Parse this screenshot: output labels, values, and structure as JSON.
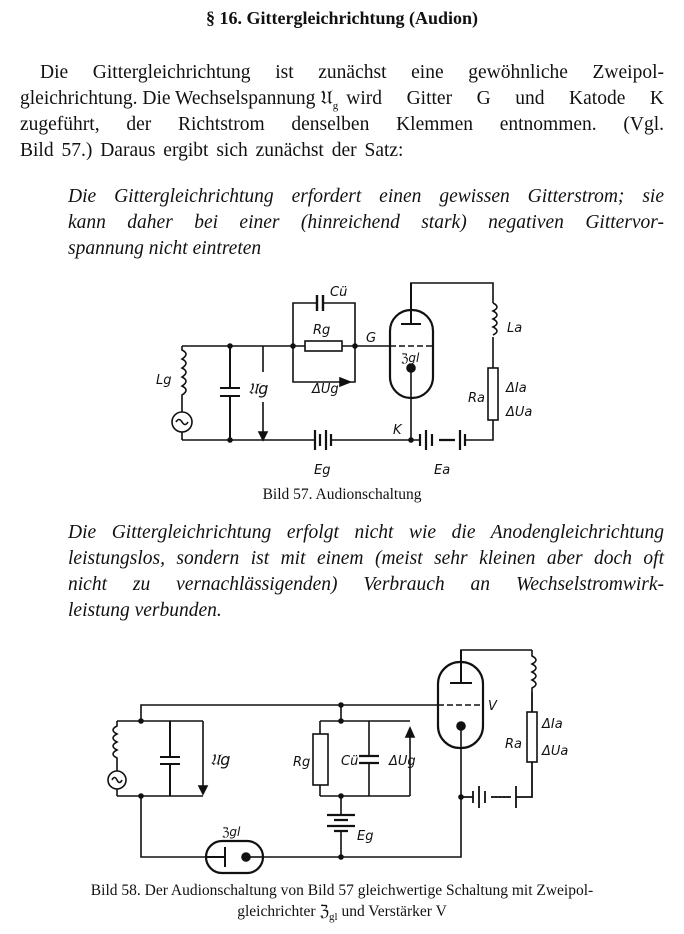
{
  "heading": "§ 16. Gittergleichrichtung (Audion)",
  "paragraph1": {
    "lines": [
      "Die Gittergleichrichtung ist zunächst eine gewöhnliche Zweipol-",
      "gleichrichtung. Die Wechselspannung ",
      "wird Gitter G und Katode K",
      "zugeführt, der Richtstrom denselben Klemmen entnommen. (Vgl.",
      "Bild 57.) Daraus ergibt sich zunächst der Satz:"
    ],
    "symbol": "𝔘",
    "symbol_sub": "g"
  },
  "theorem1": [
    "Die Gittergleichrichtung erfordert einen gewissen Gitterstrom; sie",
    "kann daher bei einer (hinreichend stark) negativen Gittervor-",
    "spannung nicht eintreten"
  ],
  "figure57": {
    "caption": "Bild 57. Audionschaltung",
    "labels": {
      "Cu": "Cü",
      "Rg": "Rg",
      "G": "G",
      "Lg": "Lg",
      "Ug": "𝔘g",
      "dUg": "ΔUg",
      "Zgl": "ℨgl",
      "La": "La",
      "Ra": "Ra",
      "dIa": "ΔIa",
      "dUa": "ΔUa",
      "K": "K",
      "Eg": "Eg",
      "Ea": "Ea"
    }
  },
  "theorem2": [
    "Die Gittergleichrichtung erfolgt nicht wie die Anodengleichrichtung",
    "leistungslos, sondern ist mit einem (meist sehr kleinen aber doch oft",
    "nicht zu vernachlässigenden) Verbrauch an Wechselstromwirk-",
    "leistung verbunden."
  ],
  "figure58": {
    "caption_line1": "Bild 58. Der Audionschaltung von Bild 57 gleichwertige Schaltung mit Zweipol-",
    "caption_line2a": "gleichrichter ",
    "caption_sym": "ℨ",
    "caption_sub": "gl",
    "caption_line2b": " und Verstärker V",
    "labels": {
      "Ug": "𝔘g",
      "Rg": "Rg",
      "Cu": "Cü",
      "dUg": "ΔUg",
      "V": "V",
      "Ra": "Ra",
      "dIa": "ΔIa",
      "dUa": "ΔUa",
      "Zgl": "ℨgl",
      "Eg": "Eg"
    }
  }
}
